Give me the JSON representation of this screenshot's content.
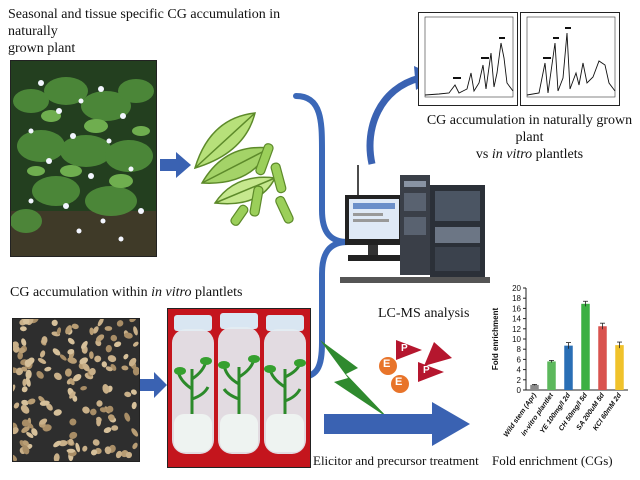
{
  "texts": {
    "seasonal_title_l1": "Seasonal and tissue specific CG accumulation in naturally",
    "seasonal_title_l2": "grown plant",
    "invitro_title_prefix": "CG accumulation within ",
    "invitro_title_italic": "in vitro",
    "invitro_title_suffix": " plantlets",
    "lcms_label": "LC-MS analysis",
    "compare_l1": "CG accumulation in naturally grown plant",
    "compare_l2_prefix": "vs ",
    "compare_l2_italic": "in vitro",
    "compare_l2_suffix": " plantlets",
    "elicitor_label": "Elicitor and precursor treatment",
    "fold_label": "Fold enrichment (CGs)",
    "bubble_e1": "E",
    "bubble_p1": "P",
    "bubble_e2": "E",
    "bubble_p2": "P"
  },
  "colors": {
    "arrow_blue": "#3a62b2",
    "brace_blue": "#3b68b8",
    "bolt_green": "#2f8a2e",
    "bubble_orange": "#e8742a",
    "pennant_red": "#b5162e",
    "leaf_green": "#9bcf5a"
  },
  "chart_data": {
    "type": "bar",
    "ylabel": "Fold enrichment",
    "ylim": [
      0,
      20
    ],
    "yticks": [
      0,
      2,
      4,
      6,
      8,
      10,
      12,
      14,
      16,
      18,
      20
    ],
    "categories": [
      "Wild stem (Apr)",
      "in-vitro plantlet",
      "YE 100mg/l 2d",
      "CH 50mg/l 5d",
      "SA 200uM 5d",
      "KCl 60mM 2d"
    ],
    "values": [
      1.0,
      5.6,
      8.7,
      16.9,
      12.5,
      8.8
    ],
    "errors": [
      0.1,
      0.2,
      0.6,
      0.5,
      0.6,
      0.6
    ],
    "bar_colors": [
      "#8c8c8c",
      "#5cb85c",
      "#2a6fb5",
      "#3cb043",
      "#d9534f",
      "#f0c22b"
    ]
  }
}
